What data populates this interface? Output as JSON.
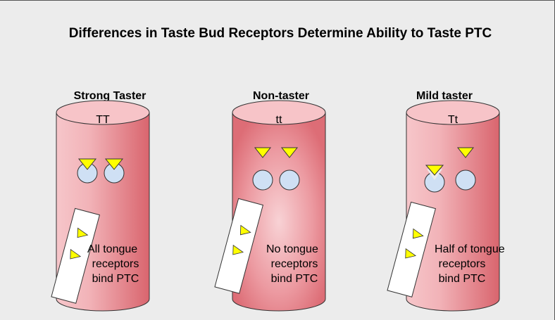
{
  "title": "Differences in Taste Bud Receptors Determine Ability to Taste PTC",
  "panels": [
    {
      "heading": "Strong Taster",
      "genotype": "TT",
      "caption": [
        "All tongue",
        "receptors",
        "bind PTC"
      ],
      "receptors": [
        "bound",
        "bound"
      ]
    },
    {
      "heading": "Non-taster",
      "genotype": "tt",
      "caption": [
        "No tongue",
        "receptors",
        "bind PTC"
      ],
      "receptors": [
        "unbound",
        "unbound"
      ]
    },
    {
      "heading": "Mild taster",
      "genotype": "Tt",
      "caption": [
        "Half of tongue",
        "receptors",
        "bind PTC"
      ],
      "receptors": [
        "bound",
        "unbound"
      ]
    }
  ],
  "colors": {
    "background": "#ececec",
    "cylinder_edge": "#d9666f",
    "cylinder_light": "#f7c2c6",
    "cylinder_top": "#f9c9cc",
    "receptor": "#cfe0f4",
    "ptc": "#ffff00"
  }
}
